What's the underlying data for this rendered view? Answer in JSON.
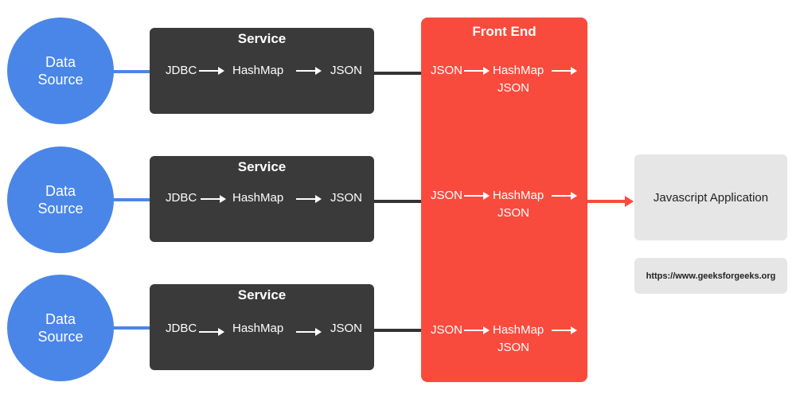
{
  "data_sources": [
    {
      "label": "Data\nSource"
    },
    {
      "label": "Data\nSource"
    },
    {
      "label": "Data\nSource"
    }
  ],
  "services": [
    {
      "title": "Service",
      "steps": [
        "JDBC",
        "HashMap",
        "JSON"
      ]
    },
    {
      "title": "Service",
      "steps": [
        "JDBC",
        "HashMap",
        "JSON"
      ]
    },
    {
      "title": "Service",
      "steps": [
        "JDBC",
        "HashMap",
        "JSON"
      ]
    }
  ],
  "front_end": {
    "title": "Front End",
    "rows": [
      {
        "input": "JSON",
        "mid": "HashMap",
        "out": "JSON"
      },
      {
        "input": "JSON",
        "mid": "HashMap",
        "out": "JSON"
      },
      {
        "input": "JSON",
        "mid": "HashMap",
        "out": "JSON"
      }
    ]
  },
  "app": {
    "label": "Javascript Application"
  },
  "watermark": {
    "url": "https://www.geeksforgeeks.org"
  },
  "colors": {
    "data_source": "#4a86e8",
    "service": "#3a3a3a",
    "front_end": "#f94b3d",
    "app_box": "#e6e6e6"
  }
}
